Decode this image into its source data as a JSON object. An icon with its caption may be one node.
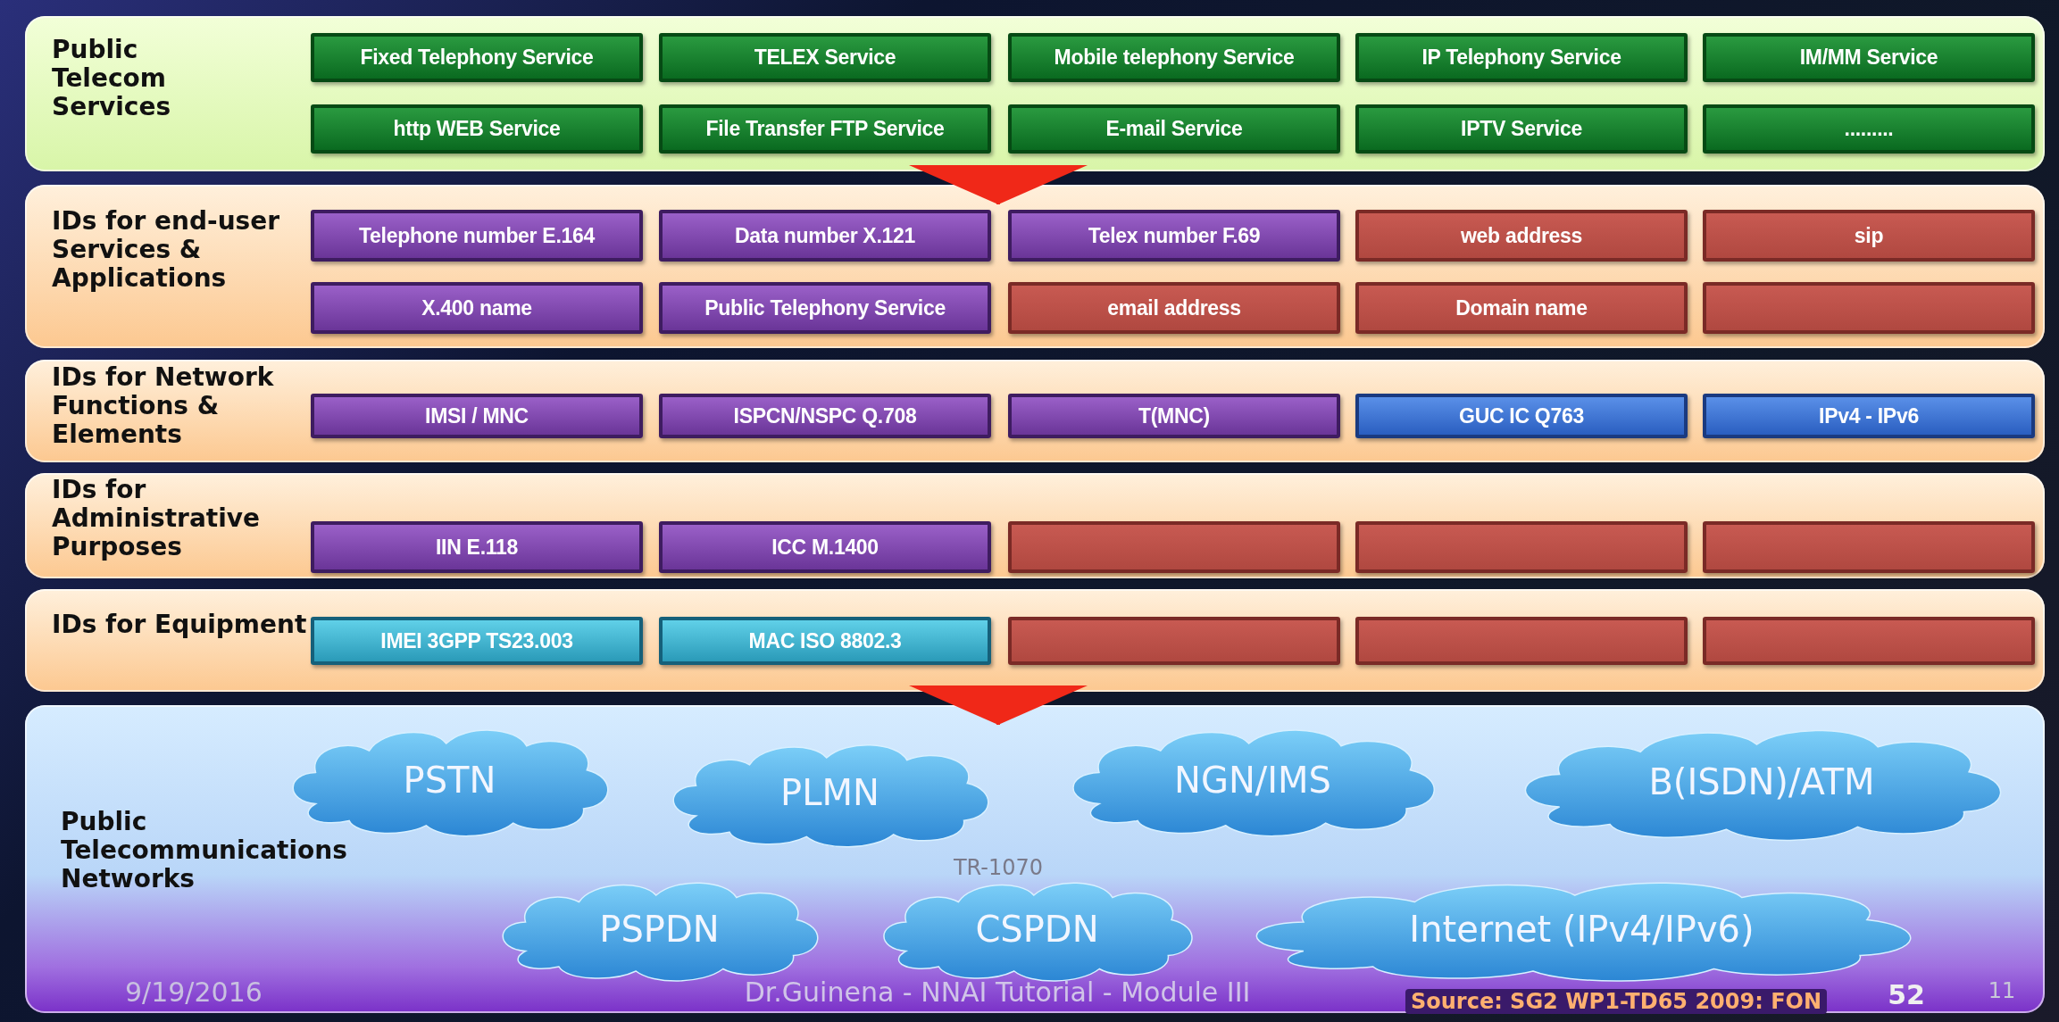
{
  "diagram": {
    "nodes": [
      {
        "text": [
          "Public Telecom Services"
        ]
      },
      {
        "text": [
          "Fixed Telephony Service"
        ],
        "in": 0
      },
      {
        "text": [
          "TELEX Service"
        ],
        "in": 0
      },
      {
        "text": [
          "Mobile telephony Service"
        ],
        "in": 0
      },
      {
        "text": [
          "IP Telephony Service"
        ],
        "in": 0
      },
      {
        "text": [
          "IM/MM Service"
        ],
        "in": 0
      },
      {
        "text": [
          "http WEB Service"
        ],
        "in": 0
      },
      {
        "text": [
          "File Transfer FTP Service"
        ],
        "in": 0
      },
      {
        "text": [
          "E-mail Service"
        ],
        "in": 0
      },
      {
        "text": [
          "IPTV Service"
        ],
        "in": 0
      },
      {
        "text": [
          "........."
        ],
        "in": 0
      },
      {
        "text": [
          "IDs for end-user Services & Applications"
        ]
      },
      {
        "text": [
          "Telephone number E.164"
        ],
        "in": 11
      },
      {
        "text": [
          "Data number X.121"
        ],
        "in": 11
      },
      {
        "text": [
          "Telex number F.69"
        ],
        "in": 11
      },
      {
        "text": [
          "web address"
        ],
        "in": 11
      },
      {
        "text": [
          "sip"
        ],
        "in": 11
      },
      {
        "text": [
          "X.400 name"
        ],
        "in": 11
      },
      {
        "text": [
          "Public Telephony Service"
        ],
        "in": 11
      },
      {
        "text": [
          "email address"
        ],
        "in": 11
      },
      {
        "text": [
          "Domain name"
        ],
        "in": 11
      },
      {
        "text": [],
        "shape": "box",
        "in": 11
      },
      {
        "text": [
          "IDs for Network Functions & Elements"
        ]
      },
      {
        "text": [
          "IMSI / MNC"
        ],
        "in": 22
      },
      {
        "text": [
          "ISPCN/NSPC Q.708"
        ],
        "in": 22
      },
      {
        "text": [
          "T(MNC)"
        ],
        "in": 22
      },
      {
        "text": [
          "GUC IC Q763"
        ],
        "in": 22
      },
      {
        "text": [
          "IPv4 - IPv6"
        ],
        "in": 22
      },
      {
        "text": [
          "IDs for Administrative Purposes"
        ]
      },
      {
        "text": [
          "IIN E.118"
        ],
        "in": 28
      },
      {
        "text": [
          "ICC M.1400"
        ],
        "in": 28
      },
      {
        "text": [],
        "shape": "box",
        "in": 28
      },
      {
        "text": [],
        "shape": "box",
        "in": 28
      },
      {
        "text": [],
        "shape": "box",
        "in": 28
      },
      {
        "text": [
          "IDs for Equipment"
        ]
      },
      {
        "text": [
          "IMEI 3GPP TS23.003"
        ],
        "in": 34
      },
      {
        "text": [
          "MAC ISO 8802.3"
        ],
        "in": 34
      },
      {
        "text": [],
        "shape": "box",
        "in": 34
      },
      {
        "text": [],
        "shape": "box",
        "in": 34
      },
      {
        "text": [],
        "shape": "box",
        "in": 34
      },
      {
        "text": [
          "Public Telecommunications Networks"
        ]
      },
      {
        "text": [
          "PSTN"
        ],
        "in": 40
      },
      {
        "text": [
          "PLMN"
        ],
        "in": 40
      },
      {
        "text": [
          "NGN/IMS"
        ],
        "in": 40
      },
      {
        "text": [
          "B(ISDN)/ATM"
        ],
        "in": 40
      },
      {
        "text": [
          "PSPDN"
        ],
        "in": 40
      },
      {
        "text": [
          "CSPDN"
        ],
        "in": 40
      },
      {
        "text": [
          "Internet (IPv4/IPv6)"
        ],
        "in": 40
      }
    ],
    "edges": [
      {
        "from": 0,
        "to": 11,
        "arrow": "to"
      },
      {
        "from": 34,
        "to": 40,
        "arrow": "to"
      }
    ],
    "labels": [
      "TR-1070",
      "9/19/2016",
      "Dr.Guinena - NNAI Tutorial - Module III",
      "Source: SG2 WP1-TD65 2009: FON",
      "52",
      "11"
    ]
  }
}
